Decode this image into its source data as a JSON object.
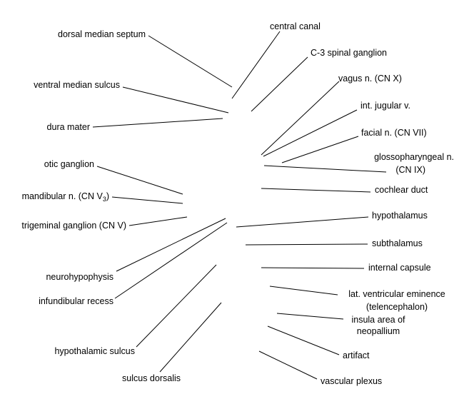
{
  "labels": {
    "dorsal_median_septum": "dorsal median septum",
    "ventral_median_sulcus": "ventral median sulcus",
    "dura_mater": "dura mater",
    "otic_ganglion": "otic ganglion",
    "mandibular_n_prefix": "mandibular n. (CN V",
    "mandibular_n_sub": "3",
    "mandibular_n_suffix": ")",
    "trigeminal_ganglion": "trigeminal ganglion (CN V)",
    "neurohypophysis": "neurohypophysis",
    "infundibular_recess": "infundibular recess",
    "hypothalamic_sulcus": "hypothalamic sulcus",
    "sulcus_dorsalis": "sulcus dorsalis",
    "central_canal": "central canal",
    "c3_spinal_ganglion": "C-3 spinal ganglion",
    "vagus_n": "vagus n. (CN X)",
    "int_jugular_v": "int. jugular v.",
    "facial_n": "facial n. (CN VII)",
    "glossopharyngeal_n_line1": "glossopharyngeal n.",
    "glossopharyngeal_n_line2": "(CN IX)",
    "cochlear_duct": "cochlear duct",
    "hypothalamus": "hypothalamus",
    "subthalamus": "subthalamus",
    "internal_capsule": "internal capsule",
    "lat_ventricular_eminence_line1": "lat. ventricular eminence",
    "lat_ventricular_eminence_line2": "(telencephalon)",
    "insula_area_line1": "insula area of",
    "insula_area_line2": "neopallium",
    "artifact": "artifact",
    "vascular_plexus": "vascular plexus"
  },
  "colors": {
    "background": "#ffffff",
    "text": "#000000",
    "leader_line": "#000000"
  }
}
